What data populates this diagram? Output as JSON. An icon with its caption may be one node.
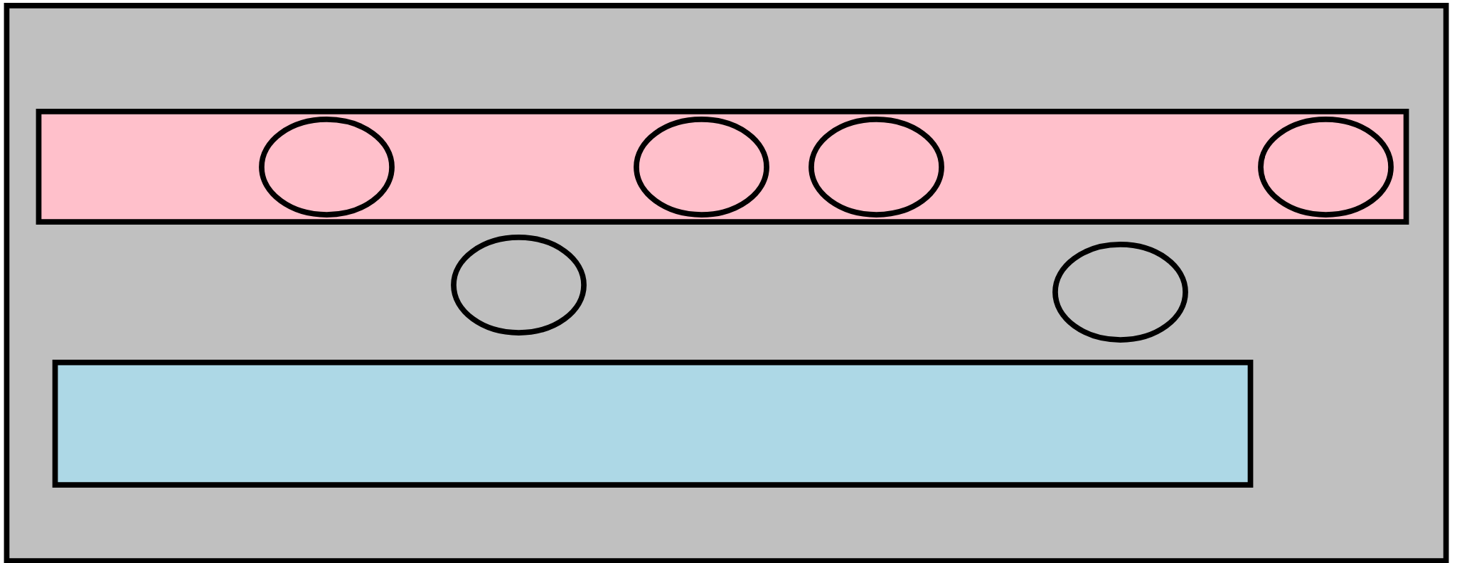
{
  "diagram": {
    "nodes": [
      {
        "text": [],
        "shape": "box"
      },
      {
        "text": [],
        "shape": "bar",
        "in": 0
      },
      {
        "text": [],
        "shape": "circle",
        "in": 1
      },
      {
        "text": [],
        "shape": "circle",
        "in": 1
      },
      {
        "text": [],
        "shape": "circle",
        "in": 1
      },
      {
        "text": [],
        "shape": "circle",
        "in": 1
      },
      {
        "text": [],
        "shape": "circle",
        "in": 0
      },
      {
        "text": [],
        "shape": "circle",
        "in": 0
      },
      {
        "text": [],
        "shape": "bar",
        "in": 0
      }
    ]
  }
}
